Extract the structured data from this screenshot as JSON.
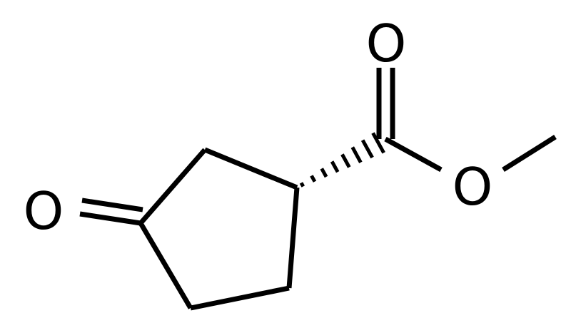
{
  "molecule": {
    "atoms": {
      "keto_oxygen": "O",
      "carbonyl_oxygen": "O",
      "ester_oxygen": "O"
    },
    "colors": {
      "bond": "#000000",
      "label": "#000000",
      "background": "#ffffff"
    }
  }
}
